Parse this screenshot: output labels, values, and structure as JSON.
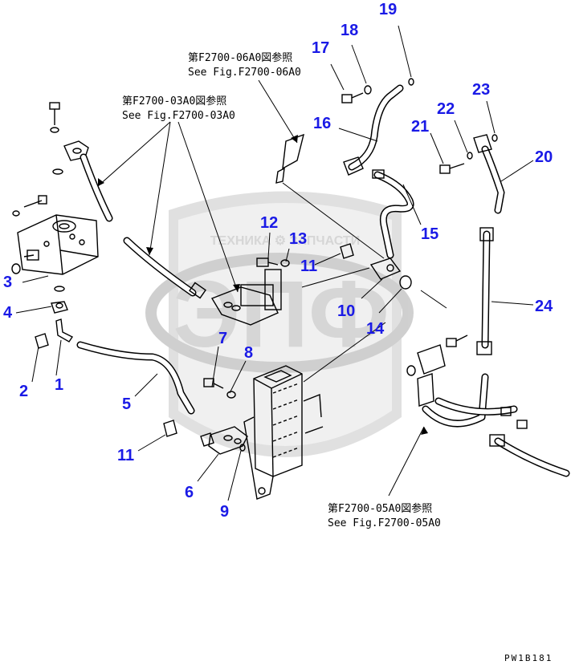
{
  "watermark": {
    "top_text": "ТЕХНИКА ⚙ ЗАПЧАСТИ",
    "logo_text": "ЭПФ"
  },
  "references": {
    "fig_06A0_jp": "第F2700-06A0図参照",
    "fig_06A0_en": "See Fig.F2700-06A0",
    "fig_03A0_jp": "第F2700-03A0図参照",
    "fig_03A0_en": "See Fig.F2700-03A0",
    "fig_05A0_jp": "第F2700-05A0図参照",
    "fig_05A0_en": "See Fig.F2700-05A0"
  },
  "part_numbers": {
    "p1": "1",
    "p2": "2",
    "p3": "3",
    "p4": "4",
    "p5": "5",
    "p6": "6",
    "p7": "7",
    "p8": "8",
    "p9": "9",
    "p10": "10",
    "p11a": "11",
    "p11b": "11",
    "p12": "12",
    "p13": "13",
    "p14": "14",
    "p15": "15",
    "p16": "16",
    "p17": "17",
    "p18": "18",
    "p19": "19",
    "p20": "20",
    "p21": "21",
    "p22": "22",
    "p23": "23",
    "p24": "24"
  },
  "drawing_code": "PW1B181"
}
